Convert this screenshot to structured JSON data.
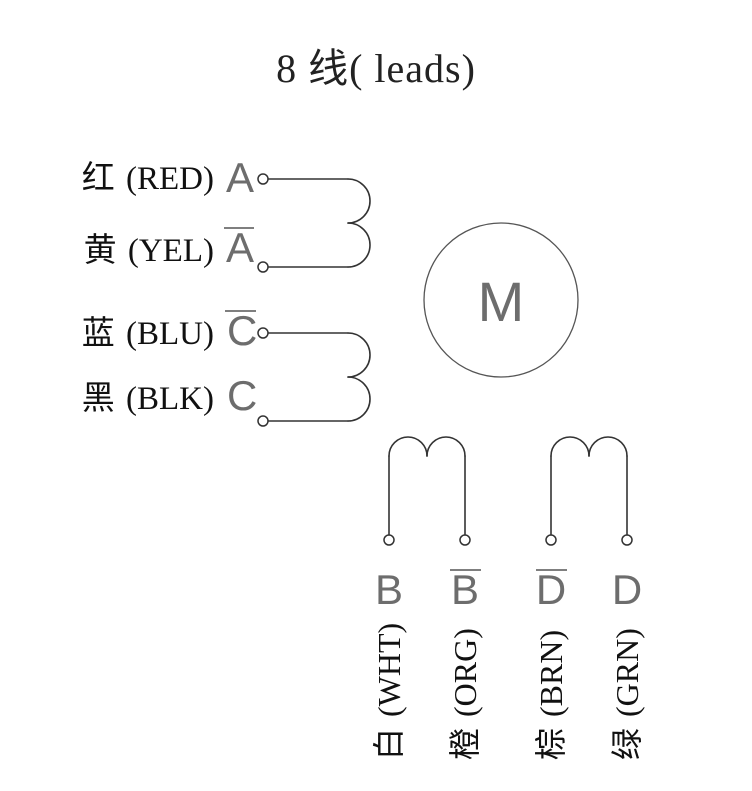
{
  "title": "8 线( leads)",
  "motor": {
    "symbol": "M"
  },
  "left_leads": [
    {
      "color_cn": "红",
      "color_en": "(RED)",
      "phase": "A",
      "overbar": false
    },
    {
      "color_cn": "黄",
      "color_en": "(YEL)",
      "phase": "A",
      "overbar": true
    },
    {
      "color_cn": "蓝",
      "color_en": "(BLU)",
      "phase": "C",
      "overbar": true
    },
    {
      "color_cn": "黑",
      "color_en": "(BLK)",
      "phase": "C",
      "overbar": false
    }
  ],
  "bottom_leads": [
    {
      "phase": "B",
      "overbar": false,
      "color_cn": "白",
      "color_en": "(WHT)"
    },
    {
      "phase": "B",
      "overbar": true,
      "color_cn": "橙",
      "color_en": "(ORG)"
    },
    {
      "phase": "D",
      "overbar": true,
      "color_cn": "棕",
      "color_en": "(BRN)"
    },
    {
      "phase": "D",
      "overbar": false,
      "color_cn": "绿",
      "color_en": "(GRN)"
    }
  ],
  "colors": {
    "wire": "#333333",
    "text": "#111111",
    "phase_letter": "#6d6d6d",
    "background": "#ffffff"
  }
}
